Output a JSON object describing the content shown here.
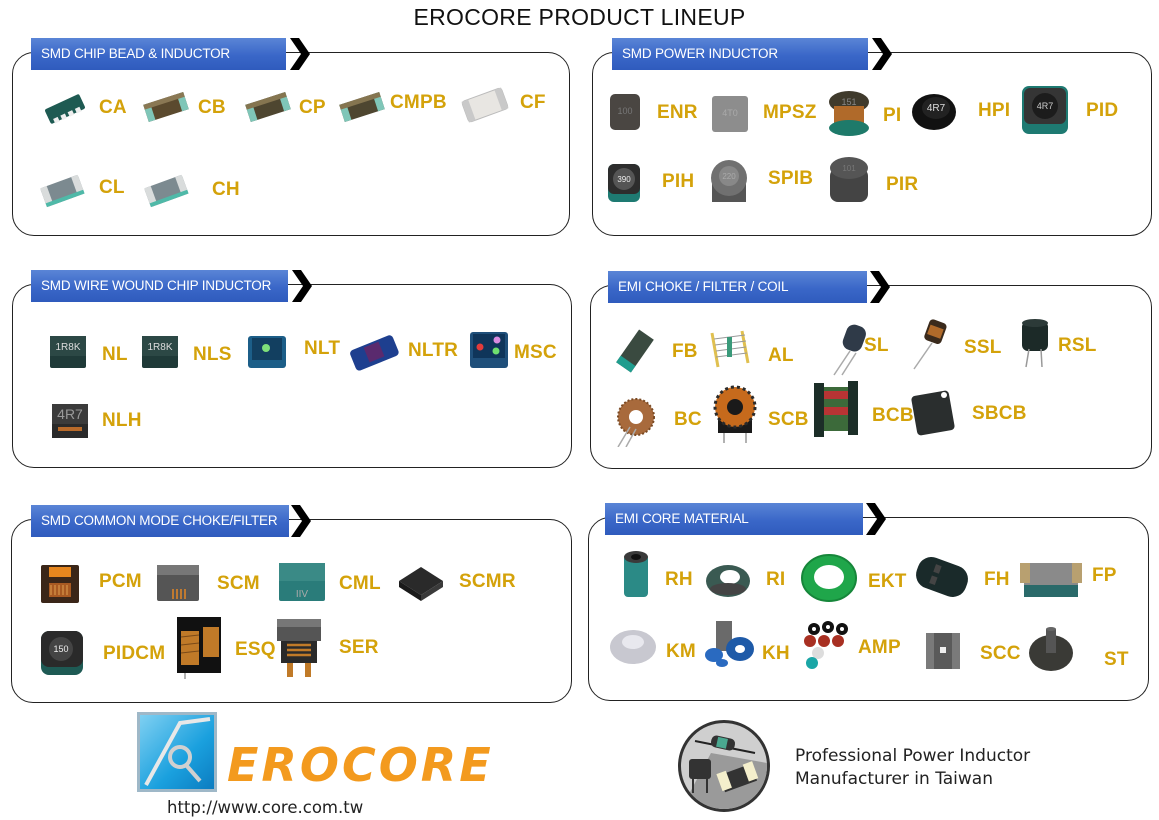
{
  "page": {
    "title": "EROCORE PRODUCT LINEUP"
  },
  "colors": {
    "tab_blue": "#3a67c8",
    "label_gold": "#d4a20a",
    "logo_orange": "#f39a1e",
    "logo_blue": "#1aa0de"
  },
  "panels": [
    {
      "title": "SMD CHIP BEAD & INDUCTOR",
      "items": [
        {
          "label": "CA"
        },
        {
          "label": "CB"
        },
        {
          "label": "CP"
        },
        {
          "label": "CMPB"
        },
        {
          "label": "CF"
        },
        {
          "label": "CL"
        },
        {
          "label": "CH"
        }
      ]
    },
    {
      "title": "SMD POWER INDUCTOR",
      "items": [
        {
          "label": "ENR"
        },
        {
          "label": "MPSZ"
        },
        {
          "label": "PI"
        },
        {
          "label": "HPI"
        },
        {
          "label": "PID"
        },
        {
          "label": "PIH"
        },
        {
          "label": "SPIB"
        },
        {
          "label": "PIR"
        }
      ]
    },
    {
      "title": "SMD WIRE WOUND CHIP INDUCTOR",
      "items": [
        {
          "label": "NL"
        },
        {
          "label": "NLS"
        },
        {
          "label": "NLT"
        },
        {
          "label": "NLTR"
        },
        {
          "label": "MSC"
        },
        {
          "label": "NLH"
        }
      ]
    },
    {
      "title": "EMI CHOKE / FILTER / COIL",
      "items": [
        {
          "label": "FB"
        },
        {
          "label": "AL"
        },
        {
          "label": "SL"
        },
        {
          "label": "SSL"
        },
        {
          "label": "RSL"
        },
        {
          "label": "BC"
        },
        {
          "label": "SCB"
        },
        {
          "label": "BCB"
        },
        {
          "label": "SBCB"
        }
      ]
    },
    {
      "title": "SMD COMMON MODE CHOKE/FILTER",
      "items": [
        {
          "label": "PCM"
        },
        {
          "label": "SCM"
        },
        {
          "label": "CML"
        },
        {
          "label": "SCMR"
        },
        {
          "label": "PIDCM"
        },
        {
          "label": "ESQ"
        },
        {
          "label": "SER"
        }
      ]
    },
    {
      "title": "EMI CORE MATERIAL",
      "items": [
        {
          "label": "RH"
        },
        {
          "label": "RI"
        },
        {
          "label": "EKT"
        },
        {
          "label": "FH"
        },
        {
          "label": "FP"
        },
        {
          "label": "KM"
        },
        {
          "label": "KH"
        },
        {
          "label": "AMP"
        },
        {
          "label": "SCC"
        },
        {
          "label": "ST"
        }
      ]
    }
  ],
  "footer": {
    "logo_text": "EROCORE",
    "url": "http://www.core.com.tw",
    "tagline_line1": "Professional Power Inductor",
    "tagline_line2": "Manufacturer in Taiwan"
  }
}
